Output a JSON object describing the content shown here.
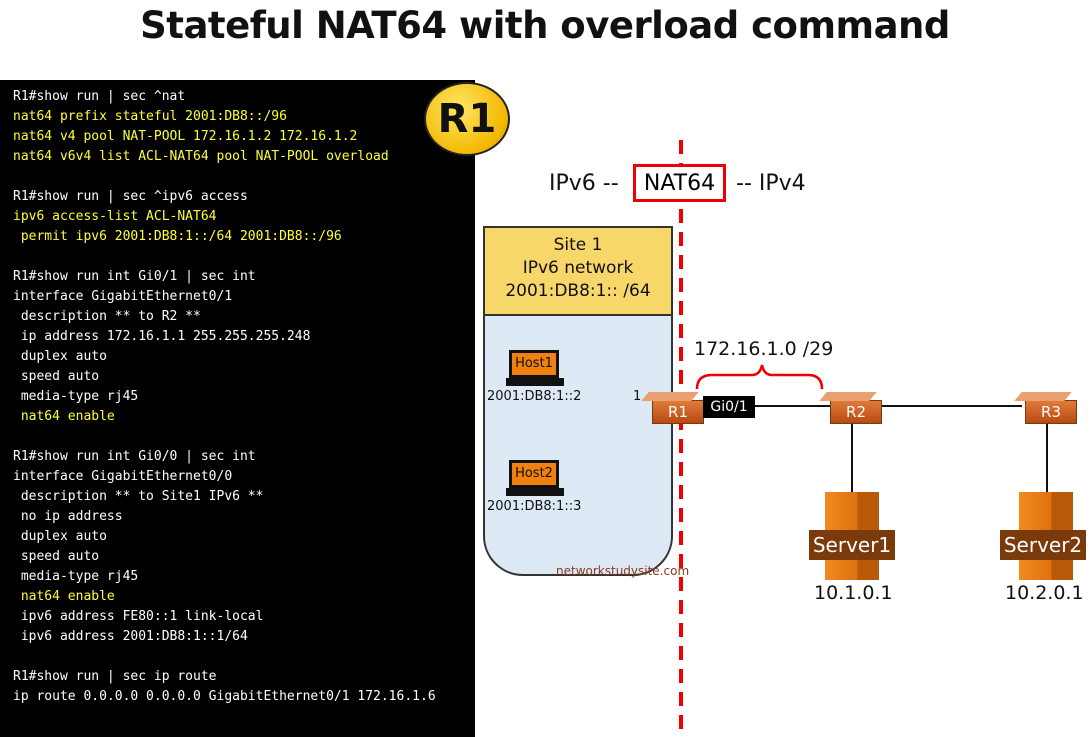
{
  "title": "Stateful NAT64 with overload command",
  "terminal": {
    "lines": [
      {
        "t": "R1#show run | sec ^nat",
        "c": "w"
      },
      {
        "t": "nat64 prefix stateful 2001:DB8::/96",
        "c": "y"
      },
      {
        "t": "nat64 v4 pool NAT-POOL 172.16.1.2 172.16.1.2",
        "c": "y"
      },
      {
        "t": "nat64 v6v4 list ACL-NAT64 pool NAT-POOL overload",
        "c": "y"
      },
      {
        "t": "",
        "c": "w"
      },
      {
        "t": "R1#show run | sec ^ipv6 access",
        "c": "w"
      },
      {
        "t": "ipv6 access-list ACL-NAT64",
        "c": "y"
      },
      {
        "t": " permit ipv6 2001:DB8:1::/64 2001:DB8::/96",
        "c": "y"
      },
      {
        "t": "",
        "c": "w"
      },
      {
        "t": "R1#show run int Gi0/1 | sec int",
        "c": "w"
      },
      {
        "t": "interface GigabitEthernet0/1",
        "c": "w"
      },
      {
        "t": " description ** to R2 **",
        "c": "w"
      },
      {
        "t": " ip address 172.16.1.1 255.255.255.248",
        "c": "w"
      },
      {
        "t": " duplex auto",
        "c": "w"
      },
      {
        "t": " speed auto",
        "c": "w"
      },
      {
        "t": " media-type rj45",
        "c": "w"
      },
      {
        "t": " nat64 enable",
        "c": "y"
      },
      {
        "t": "",
        "c": "w"
      },
      {
        "t": "R1#show run int Gi0/0 | sec int",
        "c": "w"
      },
      {
        "t": "interface GigabitEthernet0/0",
        "c": "w"
      },
      {
        "t": " description ** to Site1 IPv6 **",
        "c": "w"
      },
      {
        "t": " no ip address",
        "c": "w"
      },
      {
        "t": " duplex auto",
        "c": "w"
      },
      {
        "t": " speed auto",
        "c": "w"
      },
      {
        "t": " media-type rj45",
        "c": "w"
      },
      {
        "t": " nat64 enable",
        "c": "y"
      },
      {
        "t": " ipv6 address FE80::1 link-local",
        "c": "w"
      },
      {
        "t": " ipv6 address 2001:DB8:1::1/64",
        "c": "w"
      },
      {
        "t": "",
        "c": "w"
      },
      {
        "t": "R1#show run | sec ip route",
        "c": "w"
      },
      {
        "t": "ip route 0.0.0.0 0.0.0.0 GigabitEthernet0/1 172.16.1.6",
        "c": "w"
      }
    ]
  },
  "badge": "R1",
  "diagram": {
    "ipv6_label": "IPv6 --",
    "nat64_label": "NAT64",
    "ipv4_label": "-- IPv4",
    "site": {
      "line1": "Site 1",
      "line2": "IPv6 network",
      "line3": "2001:DB8:1:: /64"
    },
    "host1": {
      "name": "Host1",
      "ip": "2001:DB8:1::2"
    },
    "host2": {
      "name": "Host2",
      "ip": "2001:DB8:1::3"
    },
    "r1_port": "1",
    "r1": "R1",
    "r2": "R2",
    "r3": "R3",
    "gi": "Gi0/1",
    "subnet": "172.16.1.0 /29",
    "server1": {
      "name": "Server1",
      "ip": "10.1.0.1"
    },
    "server2": {
      "name": "Server2",
      "ip": "10.2.0.1"
    },
    "watermark": "networkstudysite.com",
    "colors": {
      "divider": "#e00000",
      "router": "#c85a1a",
      "server_label": "#7a3a0a",
      "site_header": "#f7d66a",
      "site_body": "#dde9f5"
    }
  }
}
